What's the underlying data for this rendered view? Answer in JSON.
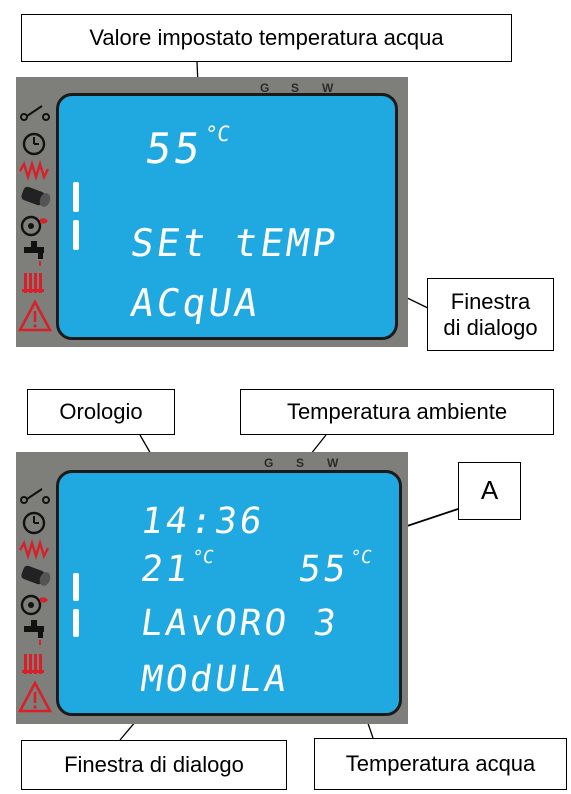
{
  "callouts": {
    "setpoint": "Valore impostato temperatura acqua",
    "dialog_top_line1": "Finestra",
    "dialog_top_line2": "di dialogo",
    "clock": "Orologio",
    "room_temp": "Temperatura ambiente",
    "marker_a": "A",
    "dialog_bottom": "Finestra di dialogo",
    "water_temp": "Temperatura acqua"
  },
  "mode_labels": {
    "g": "G",
    "s": "S",
    "w": "W"
  },
  "display_top": {
    "temp_value": "55",
    "temp_unit": "°C",
    "line1": "SEt tEMP",
    "line2": "ACqUA"
  },
  "display_bottom": {
    "clock": "14:36",
    "room_temp_value": "21",
    "room_temp_unit": "°C",
    "water_temp_value": "55",
    "water_temp_unit": "°C",
    "status_line": "LAvORO 3",
    "dialog_line": "MOdULA"
  },
  "icons": [
    "switch-icon",
    "clock-icon",
    "resistor-icon",
    "burner-icon",
    "fan-icon",
    "tap-icon",
    "radiator-icon",
    "warning-icon"
  ],
  "colors": {
    "screen": "#1fa9e0",
    "panel": "#7e7e7a",
    "icon_red": "#d8202a",
    "segment": "#ffffff"
  }
}
